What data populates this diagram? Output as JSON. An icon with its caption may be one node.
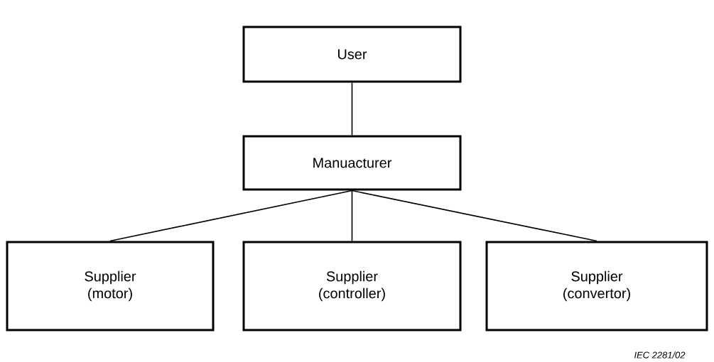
{
  "diagram": {
    "nodes": [
      {
        "text": [
          "User"
        ]
      },
      {
        "text": [
          "Manuacturer"
        ]
      },
      {
        "text": [
          "Supplier (motor)"
        ]
      },
      {
        "text": [
          "Supplier (controller)"
        ]
      },
      {
        "text": [
          "Supplier (convertor)"
        ]
      }
    ],
    "edges": [
      {
        "from": 0,
        "to": 1,
        "arrow": "none"
      },
      {
        "from": 1,
        "to": 2,
        "arrow": "none"
      },
      {
        "from": 1,
        "to": 3,
        "arrow": "none"
      },
      {
        "from": 1,
        "to": 4,
        "arrow": "none"
      }
    ],
    "labels": [
      "IEC  2281/02"
    ]
  }
}
